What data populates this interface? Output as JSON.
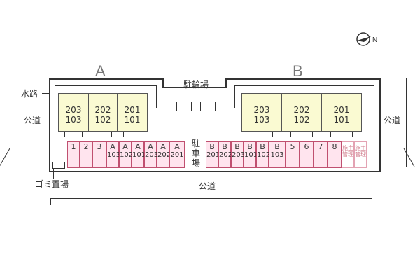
{
  "buildings": {
    "a": {
      "letter": "A",
      "units": [
        {
          "upper": "203",
          "lower": "103"
        },
        {
          "upper": "202",
          "lower": "102"
        },
        {
          "upper": "201",
          "lower": "101"
        }
      ]
    },
    "b": {
      "letter": "B",
      "units": [
        {
          "upper": "203",
          "lower": "103"
        },
        {
          "upper": "202",
          "lower": "102"
        },
        {
          "upper": "201",
          "lower": "101"
        }
      ]
    }
  },
  "labels": {
    "bicycle_parking": "駐輪場",
    "parking": "駐\n車\n場",
    "waterway": "水路",
    "public_road_left": "公道",
    "public_road_right": "公道",
    "public_road_bottom": "公道",
    "garbage": "ゴミ置場"
  },
  "parking_slots": [
    "1",
    "2",
    "3",
    "A103",
    "A102",
    "A101",
    "A203",
    "A202",
    "A201",
    "B201",
    "B202",
    "B203",
    "B101",
    "B102",
    "B103",
    "5",
    "6",
    "7",
    "8",
    "施主管理",
    "施主管理"
  ],
  "compass": {
    "north_label": "N"
  }
}
